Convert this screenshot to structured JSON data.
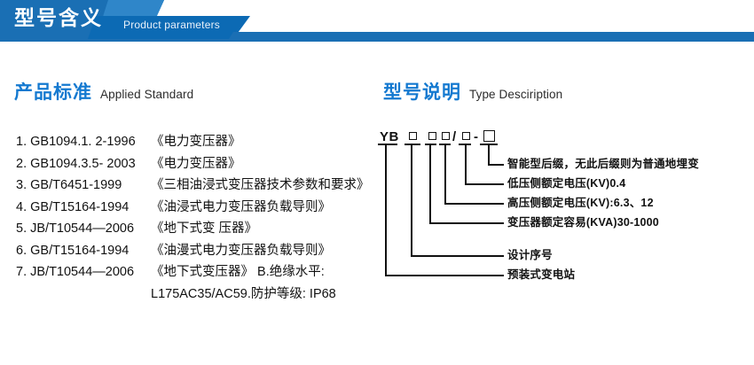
{
  "banner": {
    "title_cn": "型号含义",
    "title_en": "Product parameters",
    "bg_dark": "#1a6fb4",
    "bg_light": "#2f86c9"
  },
  "sections": {
    "applied_standard": {
      "title_cn": "产品标准",
      "title_en": "Applied Standard"
    },
    "type_description": {
      "title_cn": "型号说明",
      "title_en": "Type Desciription"
    }
  },
  "standards": [
    {
      "index": "1.",
      "code": "GB1094.1. 2-1996",
      "name": "《电力变压器》"
    },
    {
      "index": "2.",
      "code": "GB1094.3.5- 2003",
      "name": "《电力变压器》"
    },
    {
      "index": "3.",
      "code": "GB/T6451-1999",
      "name": "《三相油浸式变压器技术参数和要求》"
    },
    {
      "index": "4.",
      "code": "GB/T15164-1994",
      "name": "《油浸式电力变压器负载导则》"
    },
    {
      "index": "5.",
      "code": "JB/T10544—2006",
      "name": "《地下式变 压器》"
    },
    {
      "index": "6.",
      "code": "GB/T15164-1994",
      "name": "《油漫式电力变压器负载导则》"
    },
    {
      "index": "7.",
      "code": "JB/T10544—2006",
      "name": "《地下式变压器》 B.绝缘水平:"
    }
  ],
  "standards_continuation": "L175AC35/AC59.防护等级: IP68",
  "type_code": {
    "prefix": "YB",
    "slash": "/",
    "dash": "-",
    "boxes": [
      "box-1",
      "box-2",
      "box-3",
      "box-4",
      "box-5"
    ]
  },
  "annotations": [
    {
      "id": "anno-suffix",
      "text": "智能型后缀，无此后缀则为普通地埋变"
    },
    {
      "id": "anno-lv",
      "text": "低压侧额定电压(KV)0.4"
    },
    {
      "id": "anno-hv",
      "text": "高压侧额定电压(KV):6.3、12"
    },
    {
      "id": "anno-capacity",
      "text": "变压器额定容易(KVA)30-1000"
    },
    {
      "id": "anno-serial",
      "text": "设计序号"
    },
    {
      "id": "anno-station",
      "text": "预装式变电站"
    }
  ]
}
